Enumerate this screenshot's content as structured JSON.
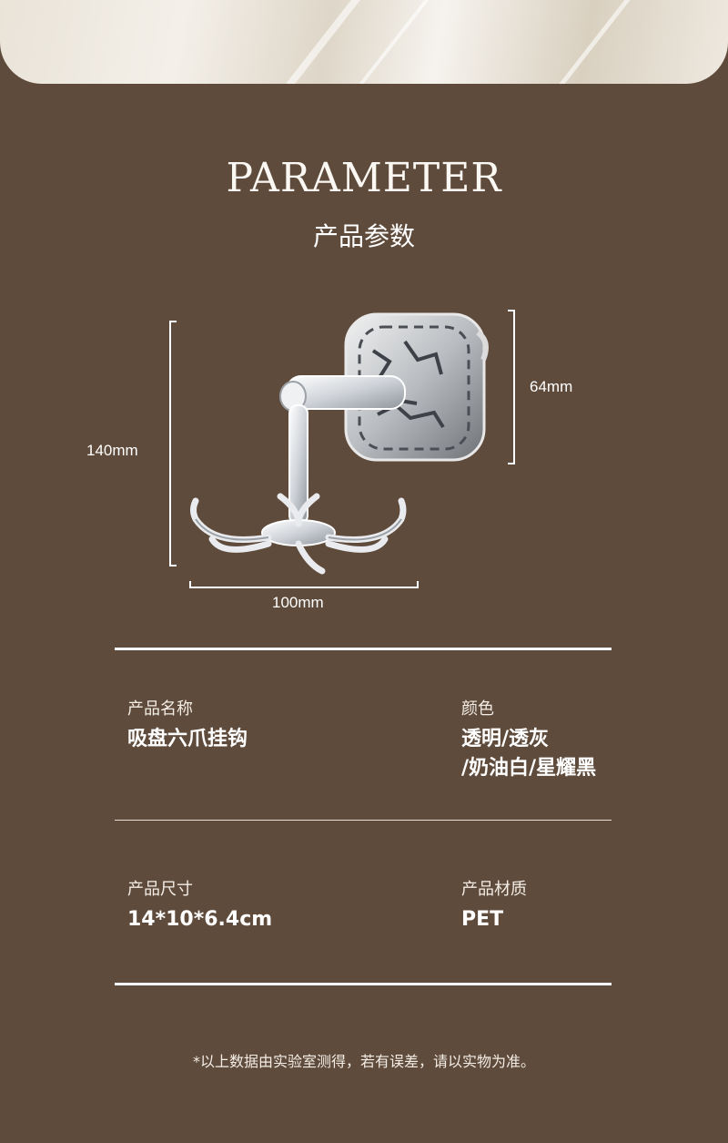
{
  "header": {
    "title_en": "PARAMETER",
    "title_cn": "产品参数"
  },
  "dimensions": {
    "height": "140mm",
    "depth": "64mm",
    "width": "100mm"
  },
  "specs": {
    "name_label": "产品名称",
    "name_value": "吸盘六爪挂钩",
    "color_label": "颜色",
    "color_value_line1": "透明/透灰",
    "color_value_line2": "/奶油白/星耀黑",
    "size_label": "产品尺寸",
    "size_value": "14*10*6.4cm",
    "material_label": "产品材质",
    "material_value": "PET"
  },
  "footnote": "*以上数据由实验室测得，若有误差，请以实物为准。",
  "colors": {
    "background": "#5f4b3b",
    "text": "#ffffff"
  }
}
